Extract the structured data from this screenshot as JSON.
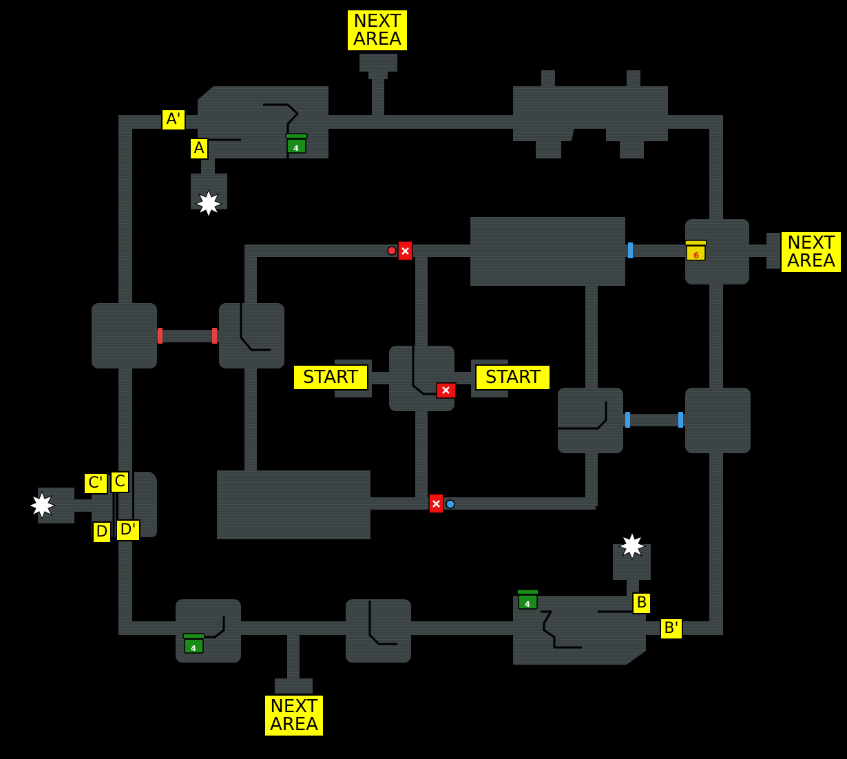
{
  "labels": {
    "next_area_top": "NEXT\nAREA",
    "next_area_right": "NEXT\nAREA",
    "next_area_bottom": "NEXT\nAREA",
    "start_left": "START",
    "start_right": "START",
    "a": "A",
    "a_prime": "A'",
    "b": "B",
    "b_prime": "B'",
    "c": "C",
    "c_prime": "C'",
    "d": "D",
    "d_prime": "D'"
  },
  "chests": {
    "top": "4",
    "bottom_left": "4",
    "bottom_right": "4",
    "key_right": "6"
  },
  "icons": {
    "explosion": "explosion-icon",
    "chest": "chest-icon",
    "locked_door": "locked-door-icon",
    "switch": "switch-icon"
  },
  "colors": {
    "background": "#000000",
    "room": "#3a4244",
    "label_bg": "#ffff00",
    "chest_green": "#1a8c1a",
    "chest_yellow": "#e8d800",
    "red_door": "#ee1111",
    "red_bar": "#e84040",
    "blue_bar": "#3a9ee8"
  }
}
